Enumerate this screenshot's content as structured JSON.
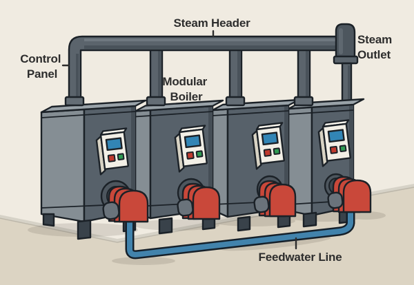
{
  "scene": {
    "description": "Illustrated cutaway-style diagram of a four-unit modular boiler plant sharing a steam header and a feedwater line",
    "boiler_count": 4
  },
  "labels": {
    "steam_header": "Steam Header",
    "control_panel": [
      "Control",
      "Panel"
    ],
    "modular_boiler": [
      "Modular",
      "Boiler"
    ],
    "steam_outlet": [
      "Steam",
      "Outlet"
    ],
    "feedwater_line": "Feedwater Line"
  },
  "colors": {
    "wall": "#f0ebe1",
    "floor": "#dcd4c3",
    "floor_band": "#d6d2c7",
    "outline": "#1b2127",
    "boiler_front": "#57616a",
    "boiler_side": "#858e94",
    "boiler_top": "#99a2a8",
    "pipe_gray": "#5b646c",
    "pipe_shade": "#49525a",
    "burner_red": "#c9483a",
    "feedwater_blue": "#4283ac",
    "panel_body": "#f2efe6",
    "screen_blue": "#3285b5",
    "button_red": "#c03a2e",
    "button_green": "#2f9a52",
    "label_text": "#2d2d2d"
  }
}
